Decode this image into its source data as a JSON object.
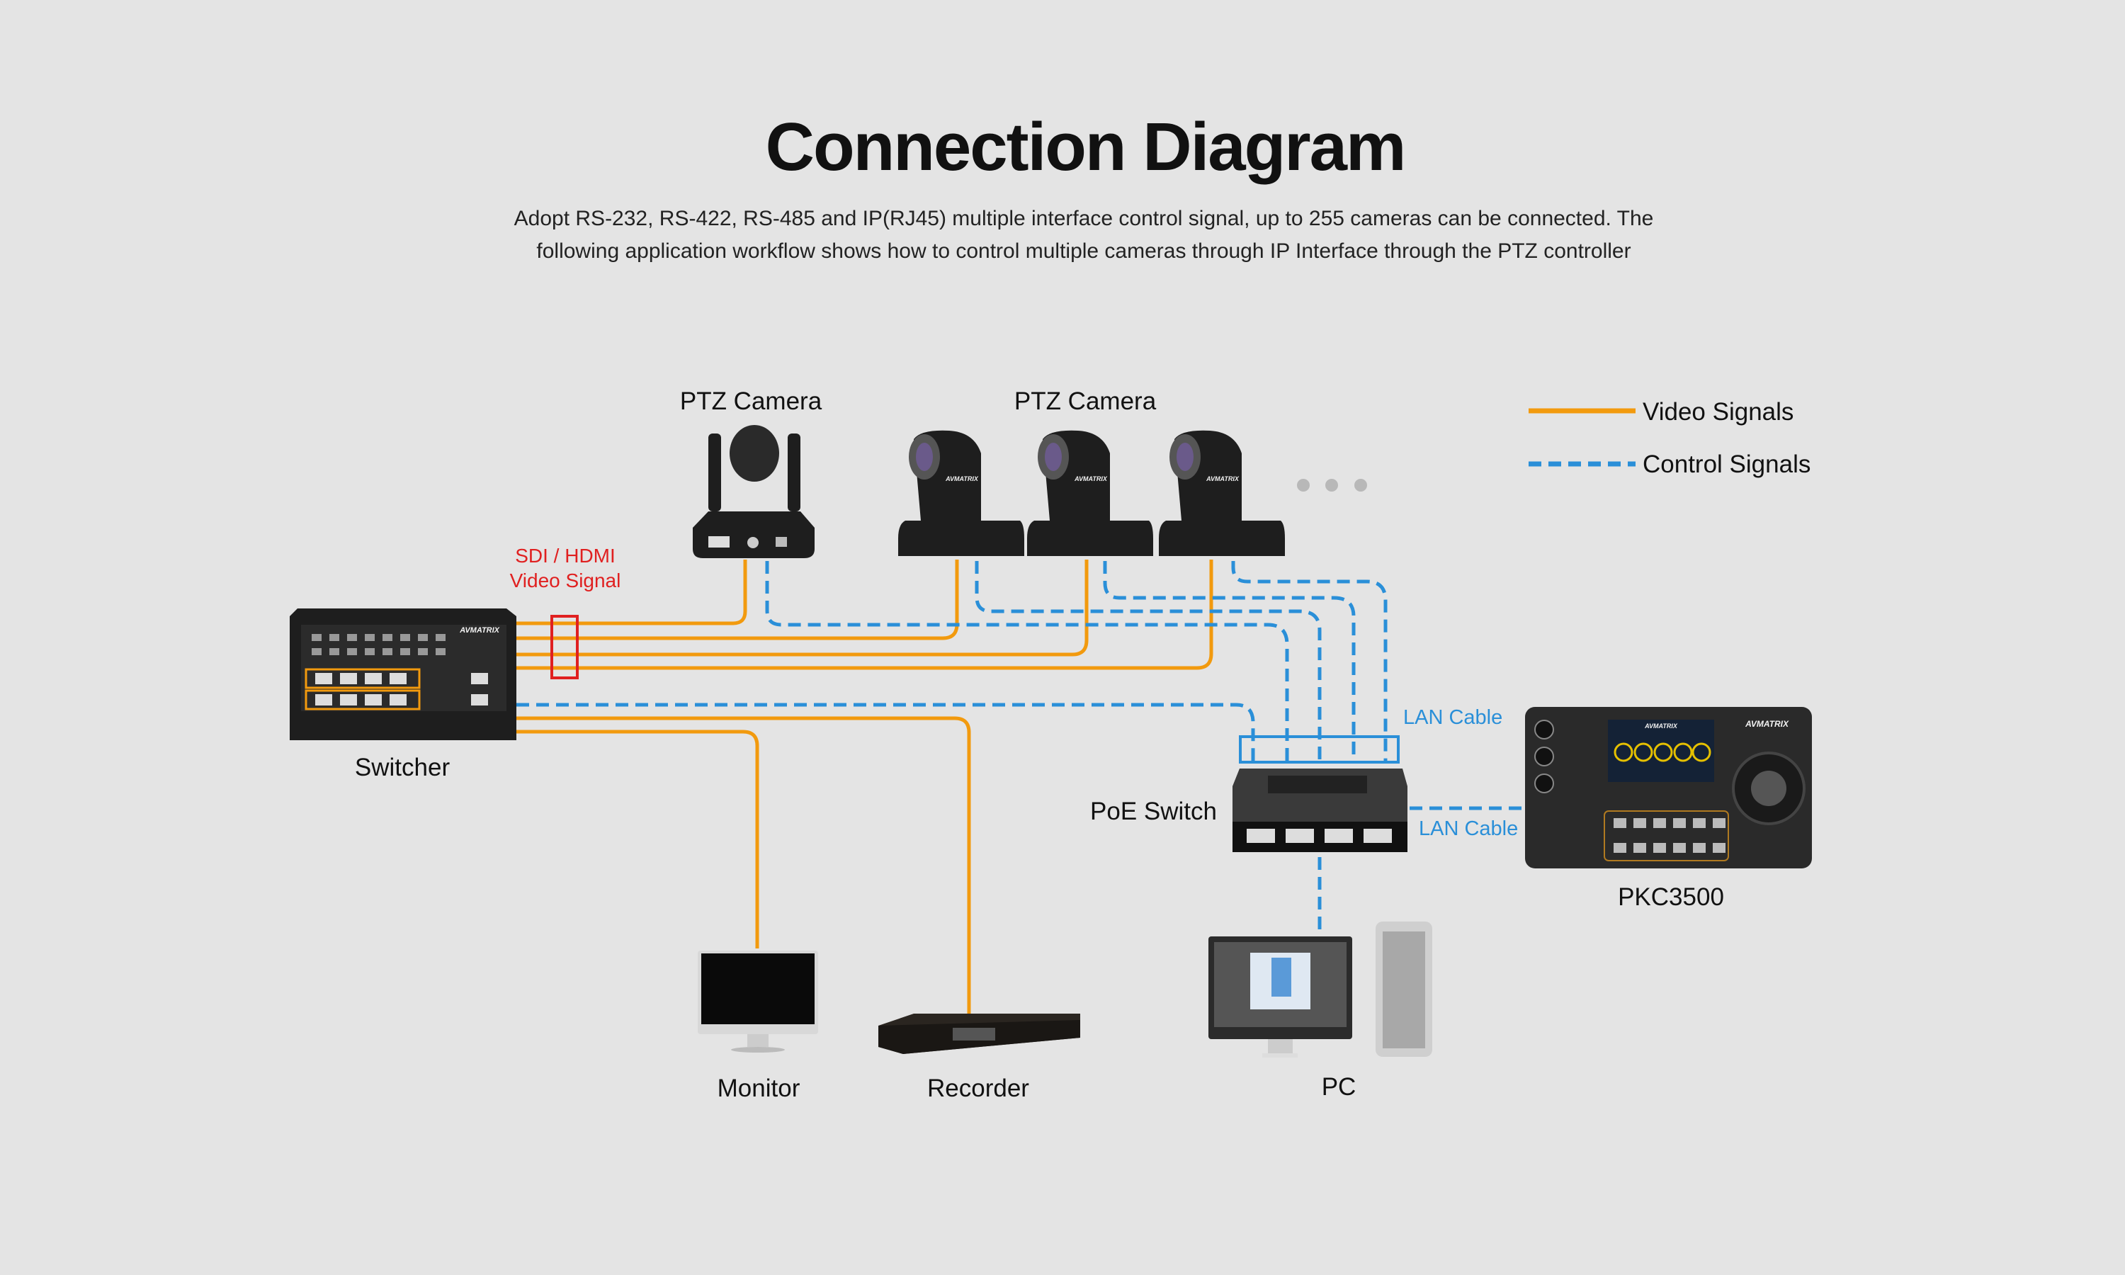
{
  "header": {
    "title": "Connection Diagram",
    "description_line1": "Adopt RS-232, RS-422, RS-485 and IP(RJ45) multiple interface control signal, up to 255 cameras can be connected. The",
    "description_line2": "following application workflow shows how to control multiple cameras through IP Interface through the PTZ controller"
  },
  "legend": {
    "video": {
      "label": "Video Signals",
      "color": "#f29a0e",
      "style": "solid"
    },
    "control": {
      "label": "Control Signals",
      "color": "#2a8fd8",
      "style": "dashed"
    }
  },
  "devices": {
    "ptz_camera_single": "PTZ Camera",
    "ptz_camera_group": "PTZ Camera",
    "switcher": "Switcher",
    "poe_switch": "PoE Switch",
    "controller": "PKC3500",
    "monitor": "Monitor",
    "recorder": "Recorder",
    "pc": "PC"
  },
  "annotations": {
    "sdi_line1": "SDI / HDMI",
    "sdi_line2": "Video Signal",
    "lan_cable_top": "LAN Cable",
    "lan_cable_right": "LAN Cable"
  },
  "brand": "AVMATRIX",
  "colors": {
    "background": "#e4e4e4",
    "video": "#f29a0e",
    "control": "#2a8fd8",
    "highlight": "#e02020"
  }
}
